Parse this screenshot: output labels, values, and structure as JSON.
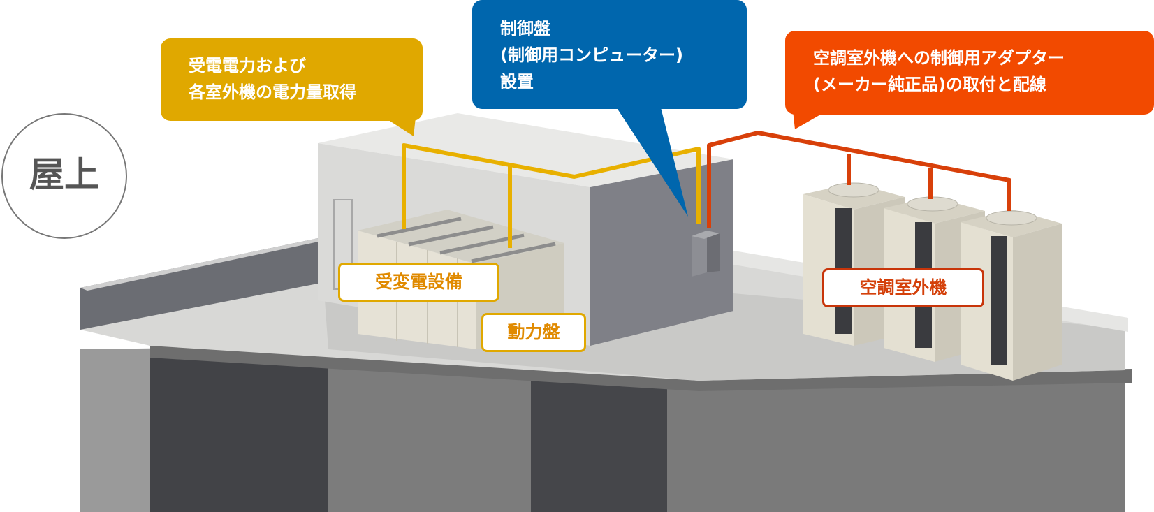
{
  "rooftop_label": "屋上",
  "callouts": {
    "power": {
      "lines": [
        "受電電力および",
        "各室外機の電力量取得"
      ],
      "color": "#e0a800"
    },
    "control_panel": {
      "lines": [
        "制御盤",
        "(制御用コンピューター)",
        "設置"
      ],
      "color": "#0066ad"
    },
    "adapter": {
      "lines": [
        "空調室外機への制御用アダプター",
        "(メーカー純正品)の取付と配線"
      ],
      "color": "#f24a00"
    }
  },
  "equipment_labels": {
    "substation": "受変電設備",
    "power_panel": "動力盤",
    "ac_outdoor_unit": "空調室外機"
  },
  "colors": {
    "power_wire": "#e8b000",
    "control_wire": "#d8400a",
    "building_dark": "#424347",
    "building_mid": "#7a7a7a",
    "housing_light": "#dcdcda",
    "housing_side": "#7f8087",
    "unit_body": "#e4e0d2"
  }
}
